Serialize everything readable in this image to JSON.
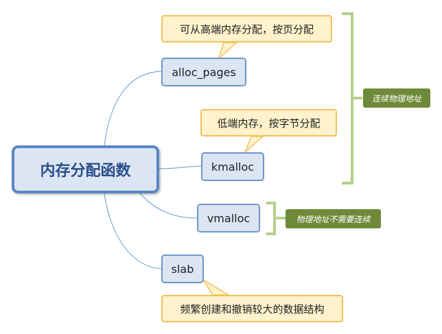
{
  "root": {
    "label": "内存分配函数"
  },
  "nodes": [
    {
      "id": "alloc_pages",
      "label": "alloc_pages"
    },
    {
      "id": "kmalloc",
      "label": "kmalloc"
    },
    {
      "id": "vmalloc",
      "label": "vmalloc"
    },
    {
      "id": "slab",
      "label": "slab"
    }
  ],
  "callouts": {
    "alloc_pages": "可从高端内存分配，按页分配",
    "kmalloc": "低端内存，按字节分配",
    "slab": "频繁创建和撤销较大的数据结构"
  },
  "summaries": {
    "contiguous": "连续物理地址",
    "non_contiguous": "物理地址不需要连续"
  },
  "colors": {
    "node_fill": "#dbe5f4",
    "node_border": "#6f95c8",
    "root_text": "#2a4f8a",
    "callout_fill": "#fff2cc",
    "callout_border": "#f1c15a",
    "tag_fill": "#6e8a39",
    "bracket": "#b6cf8c",
    "connector": "#5b9bd5"
  }
}
